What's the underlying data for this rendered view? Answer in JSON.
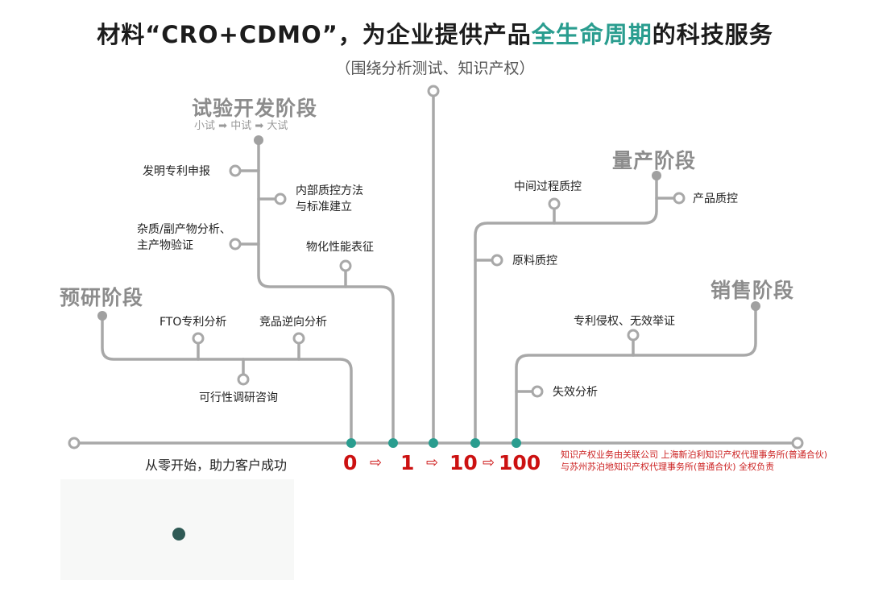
{
  "header": {
    "title_pre": "材料“CRO+CDMO”，为企业提供产品",
    "title_highlight": "全生命周期",
    "title_post": "的科技服务",
    "subtitle": "（围绕分析测试、知识产权）"
  },
  "stages": {
    "research": {
      "title": "预研阶段",
      "items": [
        "FTO专利分析",
        "竞品逆向分析",
        "可行性调研咨询"
      ]
    },
    "trial": {
      "title": "试验开发阶段",
      "steps": [
        "小试",
        "中试",
        "大试"
      ],
      "step_arrow": "➡",
      "items": [
        "发明专利申报",
        "内部质控方法",
        "与标准建立",
        "杂质/副产物分析、",
        "主产物验证",
        "物化性能表征"
      ]
    },
    "production": {
      "title": "量产阶段",
      "items": [
        "中间过程质控",
        "产品质控",
        "原料质控"
      ]
    },
    "sales": {
      "title": "销售阶段",
      "items": [
        "专利侵权、无效举证",
        "失效分析"
      ]
    }
  },
  "timeline": {
    "start_label": "从零开始，助力客户成功",
    "numbers": [
      "0",
      "1",
      "10",
      "100"
    ],
    "arrow": "⇨"
  },
  "disclaimer": {
    "line1": "知识产权业务由关联公司 上海新泊利知识产权代理事务所(普通合伙)",
    "line2": "与苏州苏泊地知识产权代理事务所(普通合伙) 全权负责"
  },
  "colors": {
    "line": "#a8a8a8",
    "teal": "#2a9d8f",
    "red": "#cc1111",
    "stage_title": "#8c8c8c"
  }
}
